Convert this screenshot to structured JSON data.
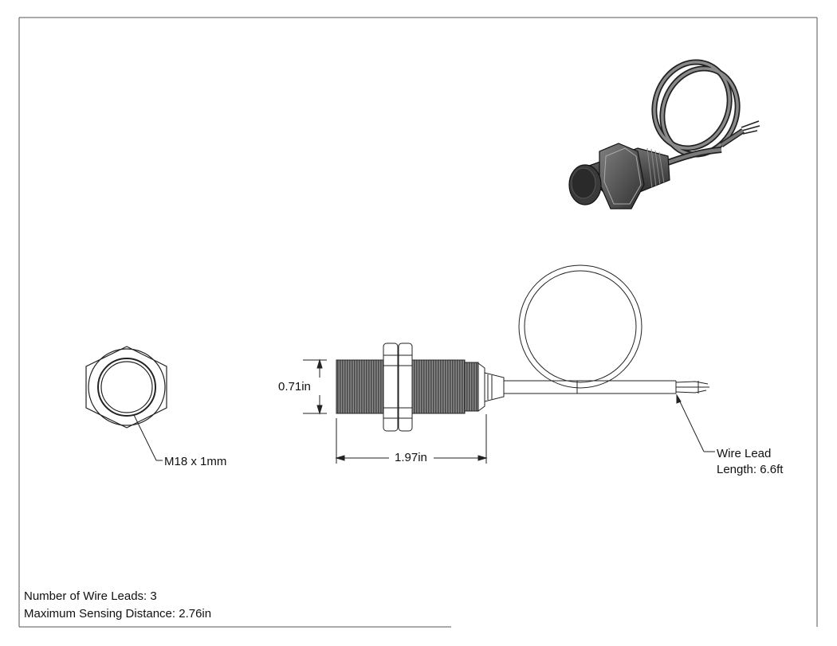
{
  "annotations": {
    "thread": "M18 x 1mm",
    "diameter": "0.71in",
    "length": "1.97in",
    "wire_lead_line1": "Wire Lead",
    "wire_lead_line2": "Length: 6.6ft"
  },
  "specs": {
    "wire_leads": "Number of Wire Leads: 3",
    "sensing_distance": "Maximum Sensing Distance: 2.76in"
  },
  "colors": {
    "line": "#222222",
    "thread_dark": "#555555",
    "body_iso": "#3c3c3c",
    "cable_iso": "#6a6a6a"
  }
}
